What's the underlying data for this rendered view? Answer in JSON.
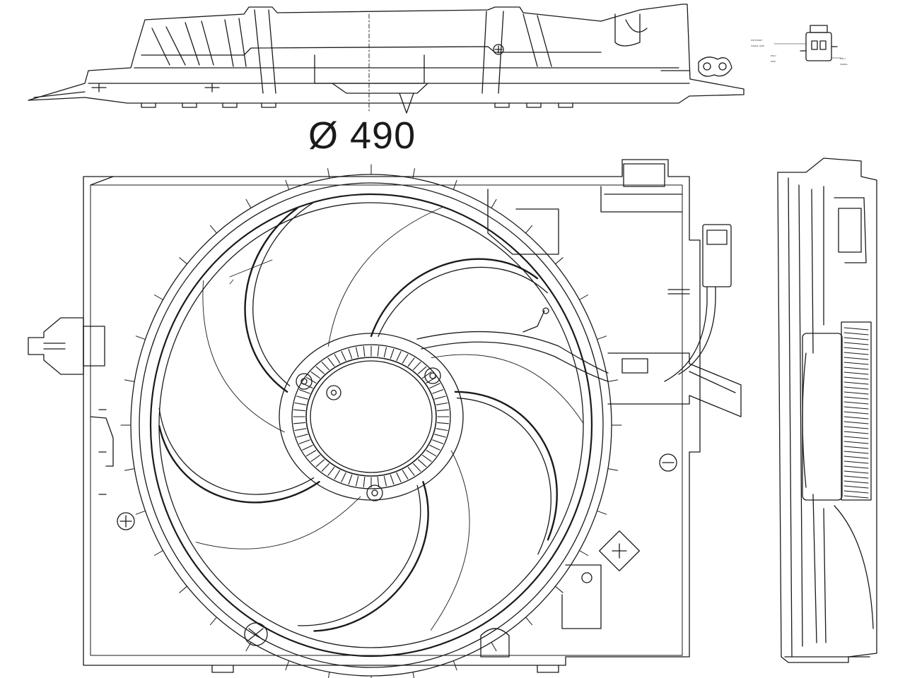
{
  "diagram": {
    "diameter_label": "Ø 490",
    "stroke_color": "#1a1a1a",
    "background": "#ffffff",
    "blade_count": 5,
    "vane_count": 64
  }
}
